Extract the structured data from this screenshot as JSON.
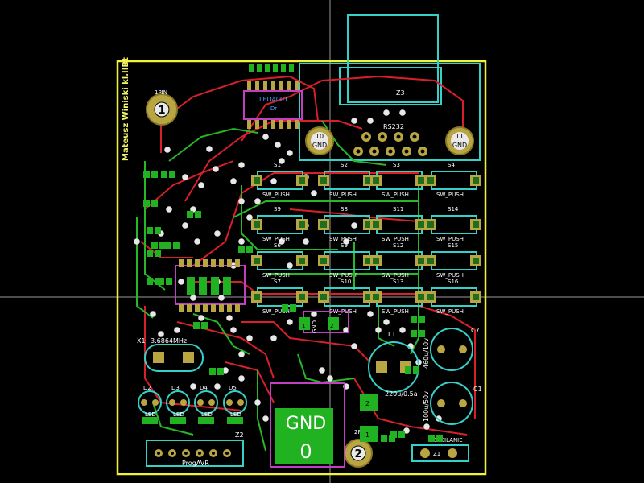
{
  "author": "Mateusz Winiski kl.IIBt",
  "pads_numbered": [
    {
      "id": "1",
      "sub": ""
    },
    {
      "id": "2",
      "sub": ""
    },
    {
      "id": "10",
      "sub": "GND"
    },
    {
      "id": "11",
      "sub": "GND"
    }
  ],
  "pin_labels": {
    "p1": "1PIN",
    "p2": "2PIN"
  },
  "connector": {
    "ref": "Z3",
    "name": "RS232"
  },
  "ic_top": {
    "name": "LED4001",
    "sub": "Dr"
  },
  "switches": [
    {
      "ref": "S1",
      "value": "SW_PUSH"
    },
    {
      "ref": "S2",
      "value": "SW_PUSH"
    },
    {
      "ref": "S3",
      "value": "SW_PUSH"
    },
    {
      "ref": "S4",
      "value": "SW_PUSH"
    },
    {
      "ref": "S9",
      "value": "SW_PUSH"
    },
    {
      "ref": "S8",
      "value": "SW_PUSH"
    },
    {
      "ref": "S11",
      "value": "SW_PUSH"
    },
    {
      "ref": "S14",
      "value": "SW_PUSH"
    },
    {
      "ref": "S6",
      "value": "SW_PUSH"
    },
    {
      "ref": "S9",
      "value": "SW_PUSH"
    },
    {
      "ref": "S12",
      "value": "SW_PUSH"
    },
    {
      "ref": "S15",
      "value": "SW_PUSH"
    },
    {
      "ref": "S7",
      "value": "SW_PUSH"
    },
    {
      "ref": "S10",
      "value": "SW_PUSH"
    },
    {
      "ref": "S13",
      "value": "SW_PUSH"
    },
    {
      "ref": "S16",
      "value": "SW_PUSH"
    }
  ],
  "crystal": {
    "ref": "X1",
    "value": "3.6864MHz"
  },
  "leds": [
    {
      "ref": "D2",
      "value": "LED"
    },
    {
      "ref": "D3",
      "value": "LED"
    },
    {
      "ref": "D4",
      "value": "LED"
    },
    {
      "ref": "D5",
      "value": "LED"
    }
  ],
  "prog": {
    "ref": "Z2",
    "name": "ProgAVR"
  },
  "inductor": {
    "ref": "L1",
    "value": "220u/0.5a"
  },
  "caps": [
    {
      "ref": "C7",
      "value": "460u/10v"
    },
    {
      "ref": "C1",
      "value": "100u/50v"
    }
  ],
  "power": {
    "ref": "Z1",
    "name": "ZASILANIE"
  },
  "gnd_block": {
    "label": "GND",
    "num": "0"
  },
  "small_gnd": "GND",
  "small_nums": [
    "1",
    "2",
    "2",
    "1"
  ],
  "colors": {
    "trace_red": "#d81f2a",
    "trace_green": "#26b826",
    "outline_yellow": "#f2f23a",
    "cyan": "#35d0c8",
    "magenta": "#c23fc2",
    "pad": "#b9a642"
  }
}
